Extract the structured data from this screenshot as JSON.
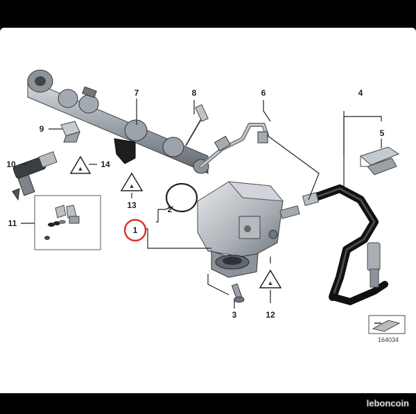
{
  "labels": {
    "l1": "1",
    "l2": "2",
    "l3": "3",
    "l4": "4",
    "l5": "5",
    "l6": "6",
    "l7": "7",
    "l8": "8",
    "l9": "9",
    "l10": "10",
    "l11": "11",
    "l12": "12",
    "l13": "13",
    "l14": "14"
  },
  "reference_number": "164034",
  "watermark": "leboncoin",
  "highlight_color": "#d9322b",
  "line_color": "#222222"
}
